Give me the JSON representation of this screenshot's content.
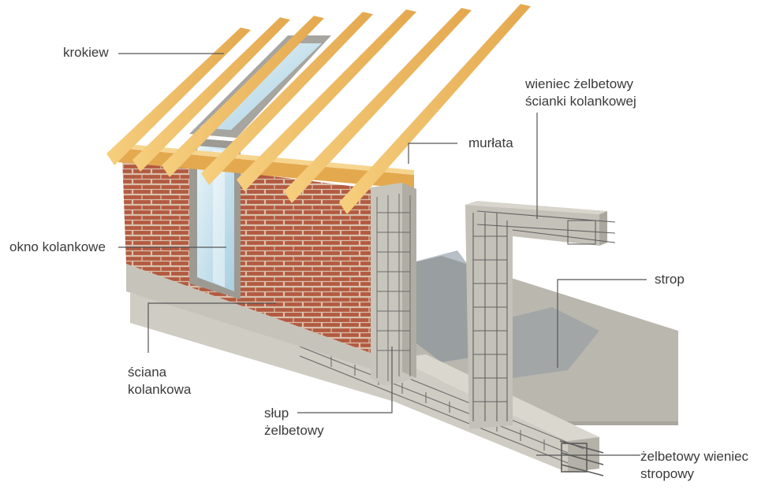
{
  "labels": {
    "rafter": "krokiew",
    "knee_window": "okno kolankowe",
    "knee_wall": {
      "line1": "ściana",
      "line2": "kolankowa"
    },
    "column": {
      "line1": "słup",
      "line2": "żelbetowy"
    },
    "wall_plate": "murłata",
    "knee_wall_ring_beam": {
      "line1": "wieniec żelbetowy",
      "line2": "ścianki kolankowej"
    },
    "floor_slab": "strop",
    "floor_ring_beam": {
      "line1": "żelbetowy wieniec",
      "line2": "stropowy"
    }
  },
  "colors": {
    "timber": "#f0bf67",
    "brick": "#b5573f",
    "concrete": "#c9c6bd",
    "glass": "#cfe6f0",
    "leader_line": "#555555",
    "text": "#3a3a3a"
  }
}
